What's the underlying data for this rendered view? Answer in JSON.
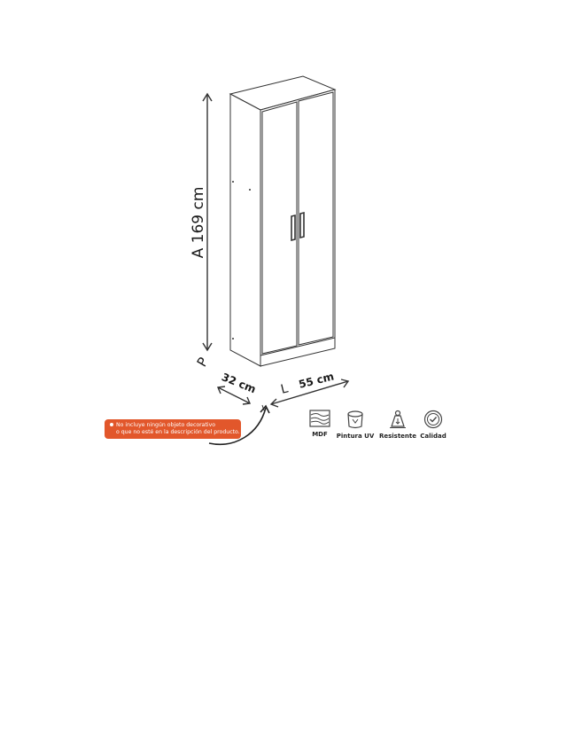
{
  "dimensions": {
    "height": "A 169 cm",
    "depth": "32 cm",
    "width": "55 cm",
    "depth_letter": "P",
    "width_letter": "L"
  },
  "notice": {
    "line1": "No incluye ningún objeto decorativo",
    "line2": "o que no esté en la descripción del producto."
  },
  "features": [
    {
      "label": "MDF",
      "icon": "wood-grain-icon"
    },
    {
      "label": "Pintura UV",
      "icon": "paint-can-icon"
    },
    {
      "label": "Resistente",
      "icon": "weight-icon"
    },
    {
      "label": "Calidad",
      "icon": "quality-check-icon"
    }
  ],
  "colors": {
    "notice_bg": "#e2572b",
    "line": "#333333",
    "icon": "#444444"
  }
}
